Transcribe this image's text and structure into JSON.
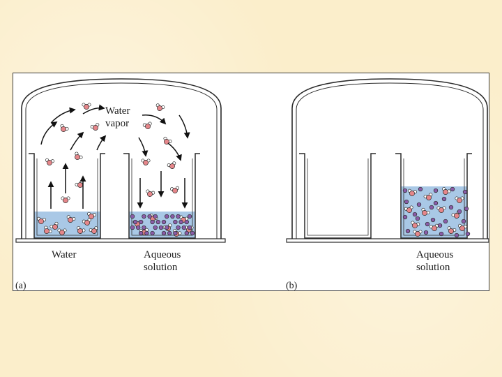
{
  "panel_a": {
    "tag": "(a)",
    "vapor_label_line1": "Water",
    "vapor_label_line2": "vapor",
    "left_beaker_label": "Water",
    "right_beaker_label_line1": "Aqueous",
    "right_beaker_label_line2": "solution"
  },
  "panel_b": {
    "tag": "(b)",
    "right_beaker_label_line1": "Aqueous",
    "right_beaker_label_line2": "solution"
  },
  "colors": {
    "liquid": "#a9c8e6",
    "oxygen": "#e5868a",
    "hydrogen": "#ffffff",
    "solute": "#8a5ca8",
    "outline": "#2a2a2a"
  }
}
